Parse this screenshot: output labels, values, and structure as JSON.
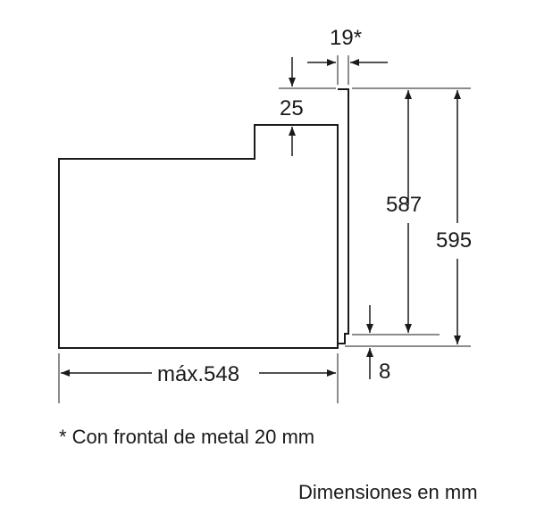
{
  "dimensions": {
    "front_thickness": "19*",
    "top_step": "25",
    "inner_height": "587",
    "total_height": "595",
    "depth": "máx.548",
    "bottom_offset": "8"
  },
  "footnote": "* Con frontal de metal 20 mm",
  "units_note": "Dimensiones en mm"
}
